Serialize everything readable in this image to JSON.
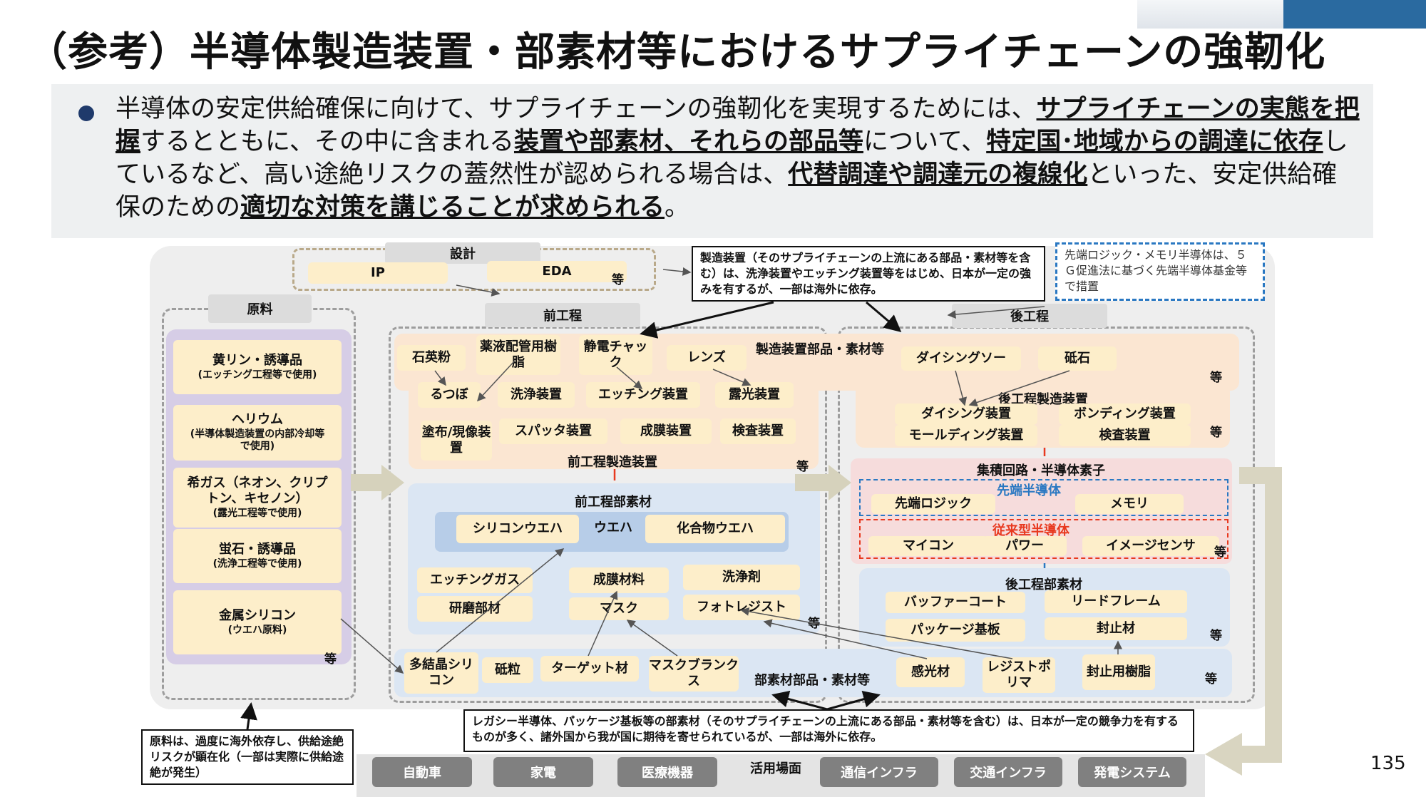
{
  "title": "（参考）半導体製造装置・部素材等におけるサプライチェーンの強靭化",
  "summary": {
    "p1": "半導体の安定供給確保に向けて、サプライチェーンの強靭化を実現するためには、",
    "b1": "サプライチェーンの実態を把握",
    "p2": "するとともに、その中に含まれる",
    "b2": "装置や部素材、それらの部品等",
    "p3": "について、",
    "b3": "特定国･地域からの調達に依存",
    "p4": "しているなど、高い途絶リスクの蓋然性が認められる場合は、",
    "b4": "代替調達や調達元の複線化",
    "p5": "といった、安定供給確保のための",
    "b5": "適切な対策を講じることが求められる",
    "p6": "。"
  },
  "design": {
    "header": "設計",
    "ip": "IP",
    "eda": "EDA",
    "etc": "等"
  },
  "notes": {
    "equipment": "製造装置（そのサプライチェーンの上流にある部品・素材等を含む）は、洗浄装置やエッチング装置等をはじめ、日本が一定の強みを有するが、一部は海外に依存。",
    "advanced": "先端ロジック・メモリ半導体は、５Ｇ促進法に基づく先端半導体基金等で措置",
    "raw": "原料は、過度に海外依存し、供給途絶リスクが顕在化（一部は実際に供給途絶が発生）",
    "legacy": "レガシー半導体、パッケージ基板等の部素材（そのサプライチェーンの上流にある部品・素材等を含む）は、日本が一定の競争力を有するものが多く、諸外国から我が国に期待を寄せられているが、一部は海外に依存。"
  },
  "raw": {
    "header": "原料",
    "items": [
      {
        "main": "黄リン・誘導品",
        "sub": "(エッチング工程等で使用)"
      },
      {
        "main": "ヘリウム",
        "sub": "(半導体製造装置の内部冷却等で使用)"
      },
      {
        "main": "希ガス（ネオン、クリプトン、キセノン）",
        "sub": "(露光工程等で使用)"
      },
      {
        "main": "蛍石・誘導品",
        "sub": "(洗浄工程等で使用)"
      },
      {
        "main": "金属シリコン",
        "sub": "(ウエハ原料)"
      }
    ],
    "etc": "等"
  },
  "front": {
    "header": "前工程",
    "parts": [
      "石英粉",
      "薬液配管用樹脂",
      "静電チャック",
      "レンズ"
    ],
    "parts_label": "製造装置部品・素材等",
    "equipment": [
      "るつぼ",
      "洗浄装置",
      "エッチング装置",
      "露光装置",
      "塗布/現像装置",
      "スパッタ装置",
      "成膜装置",
      "検査装置"
    ],
    "equipment_label": "前工程製造装置",
    "etc": "等",
    "materials_label": "前工程部素材",
    "wafer": [
      "シリコンウエハ",
      "ウエハ",
      "化合物ウエハ"
    ],
    "materials": [
      "エッチングガス",
      "成膜材料",
      "洗浄剤",
      "研磨部材",
      "マスク",
      "フォトレジスト"
    ]
  },
  "back": {
    "header": "後工程",
    "parts": [
      "ダイシングソー",
      "砥石"
    ],
    "equipment_label": "後工程製造装置",
    "equipment": [
      "ダイシング装置",
      "ボンディング装置",
      "モールディング装置",
      "検査装置"
    ],
    "ic_label": "集積回路・半導体素子",
    "advanced_label": "先端半導体",
    "advanced": [
      "先端ロジック",
      "メモリ"
    ],
    "legacy_label": "従来型半導体",
    "legacy": [
      "マイコン",
      "パワー",
      "イメージセンサ"
    ],
    "materials_label": "後工程部素材",
    "materials": [
      "バッファーコート",
      "リードフレーム",
      "パッケージ基板",
      "封止材"
    ],
    "etc": "等"
  },
  "bottom_parts": {
    "items": [
      "多結晶シリコン",
      "砥粒",
      "ターゲット材",
      "マスクブランクス",
      "感光材",
      "レジストポリマ",
      "封止用樹脂"
    ],
    "label": "部素材部品・素材等",
    "etc": "等"
  },
  "usage": {
    "label": "活用場面",
    "items": [
      "自動車",
      "家電",
      "医療機器",
      "通信インフラ",
      "交通インフラ",
      "発電システム"
    ]
  },
  "page_number": "135",
  "colors": {
    "navy": "#1f3a6b",
    "blue_dash": "#2a78c2",
    "red": "#e8391f",
    "arrow_fill": "#d9d5c1"
  }
}
